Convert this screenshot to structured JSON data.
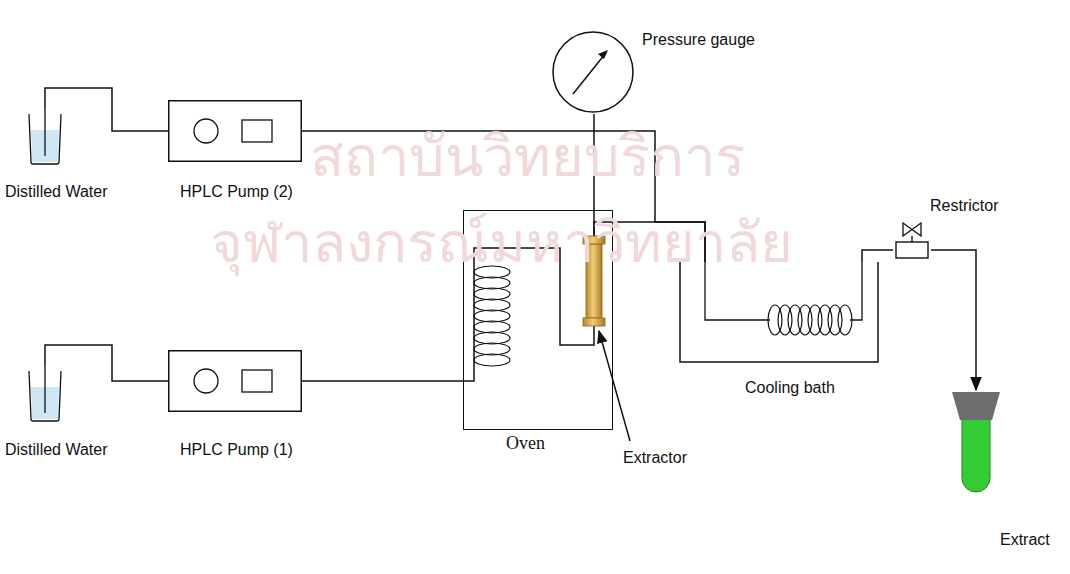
{
  "diagram": {
    "nodes": [
      {
        "text": [
          "Distilled Water"
        ]
      },
      {
        "text": [
          "HPLC Pump (2)"
        ]
      },
      {
        "text": [
          "Pressure gauge"
        ]
      },
      {
        "text": [
          "Oven"
        ]
      },
      {
        "text": [
          "Extractor"
        ],
        "in": 3
      },
      {
        "text": [
          "Cooling bath"
        ]
      },
      {
        "text": [
          "Restrictor"
        ]
      },
      {
        "text": [
          "Extract"
        ]
      },
      {
        "text": [
          "Distilled Water"
        ]
      },
      {
        "text": [
          "HPLC Pump (1)"
        ]
      }
    ],
    "edges": [
      {
        "from": 0,
        "to": 1,
        "arrow": "none"
      },
      {
        "from": 1,
        "to": 5,
        "arrow": "none"
      },
      {
        "from": 2,
        "to": 4,
        "arrow": "none"
      },
      {
        "from": 4,
        "to": 5,
        "arrow": "none"
      },
      {
        "from": 5,
        "to": 6,
        "arrow": "none"
      },
      {
        "from": 6,
        "to": 7,
        "arrow": "to"
      },
      {
        "from": 8,
        "to": 9,
        "arrow": "none"
      },
      {
        "from": 9,
        "to": 4,
        "arrow": "none"
      }
    ],
    "labels": [
      "สถาบันวิทยบริการ",
      "จุฬาลงกรณ์มหาวิทยาลัย"
    ]
  }
}
